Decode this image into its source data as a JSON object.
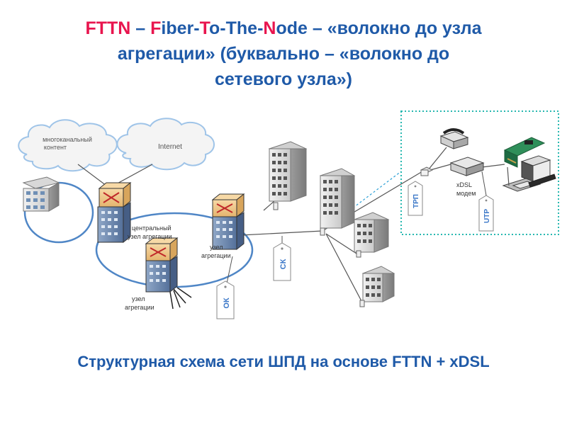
{
  "title": {
    "fttn": "FTTN",
    "dash1": " – ",
    "f": "F",
    "iber": "iber-",
    "t": "T",
    "o_the": "o-The-",
    "n": "N",
    "ode": "ode",
    "rest_line1": " – «волокно до узла",
    "line2": "агрегации» (буквально – «волокно до",
    "line3": "сетевого узла»)"
  },
  "diagram": {
    "cloud_content": [
      "многоканальный",
      "контент"
    ],
    "cloud_internet": "Internet",
    "central_node": [
      "центральный",
      "узел агрегации"
    ],
    "agg_node_right": [
      "узел",
      "агрегации"
    ],
    "agg_node_bottom": [
      "узел",
      "агрегации"
    ],
    "tag_sk": "СК",
    "tag_ok": "ОК",
    "tag_trp": "ТРП",
    "tag_utp": "UTP",
    "modem": [
      "xDSL",
      "модем"
    ]
  },
  "colors": {
    "title": "#1f5aa8",
    "highlight": "#e8154e",
    "ring": "#4f86c6",
    "dashed_box": "#27b8b0",
    "tag_text": "#3c78c8"
  },
  "caption": "Структурная схема сети ШПД на основе FTTN + xDSL"
}
